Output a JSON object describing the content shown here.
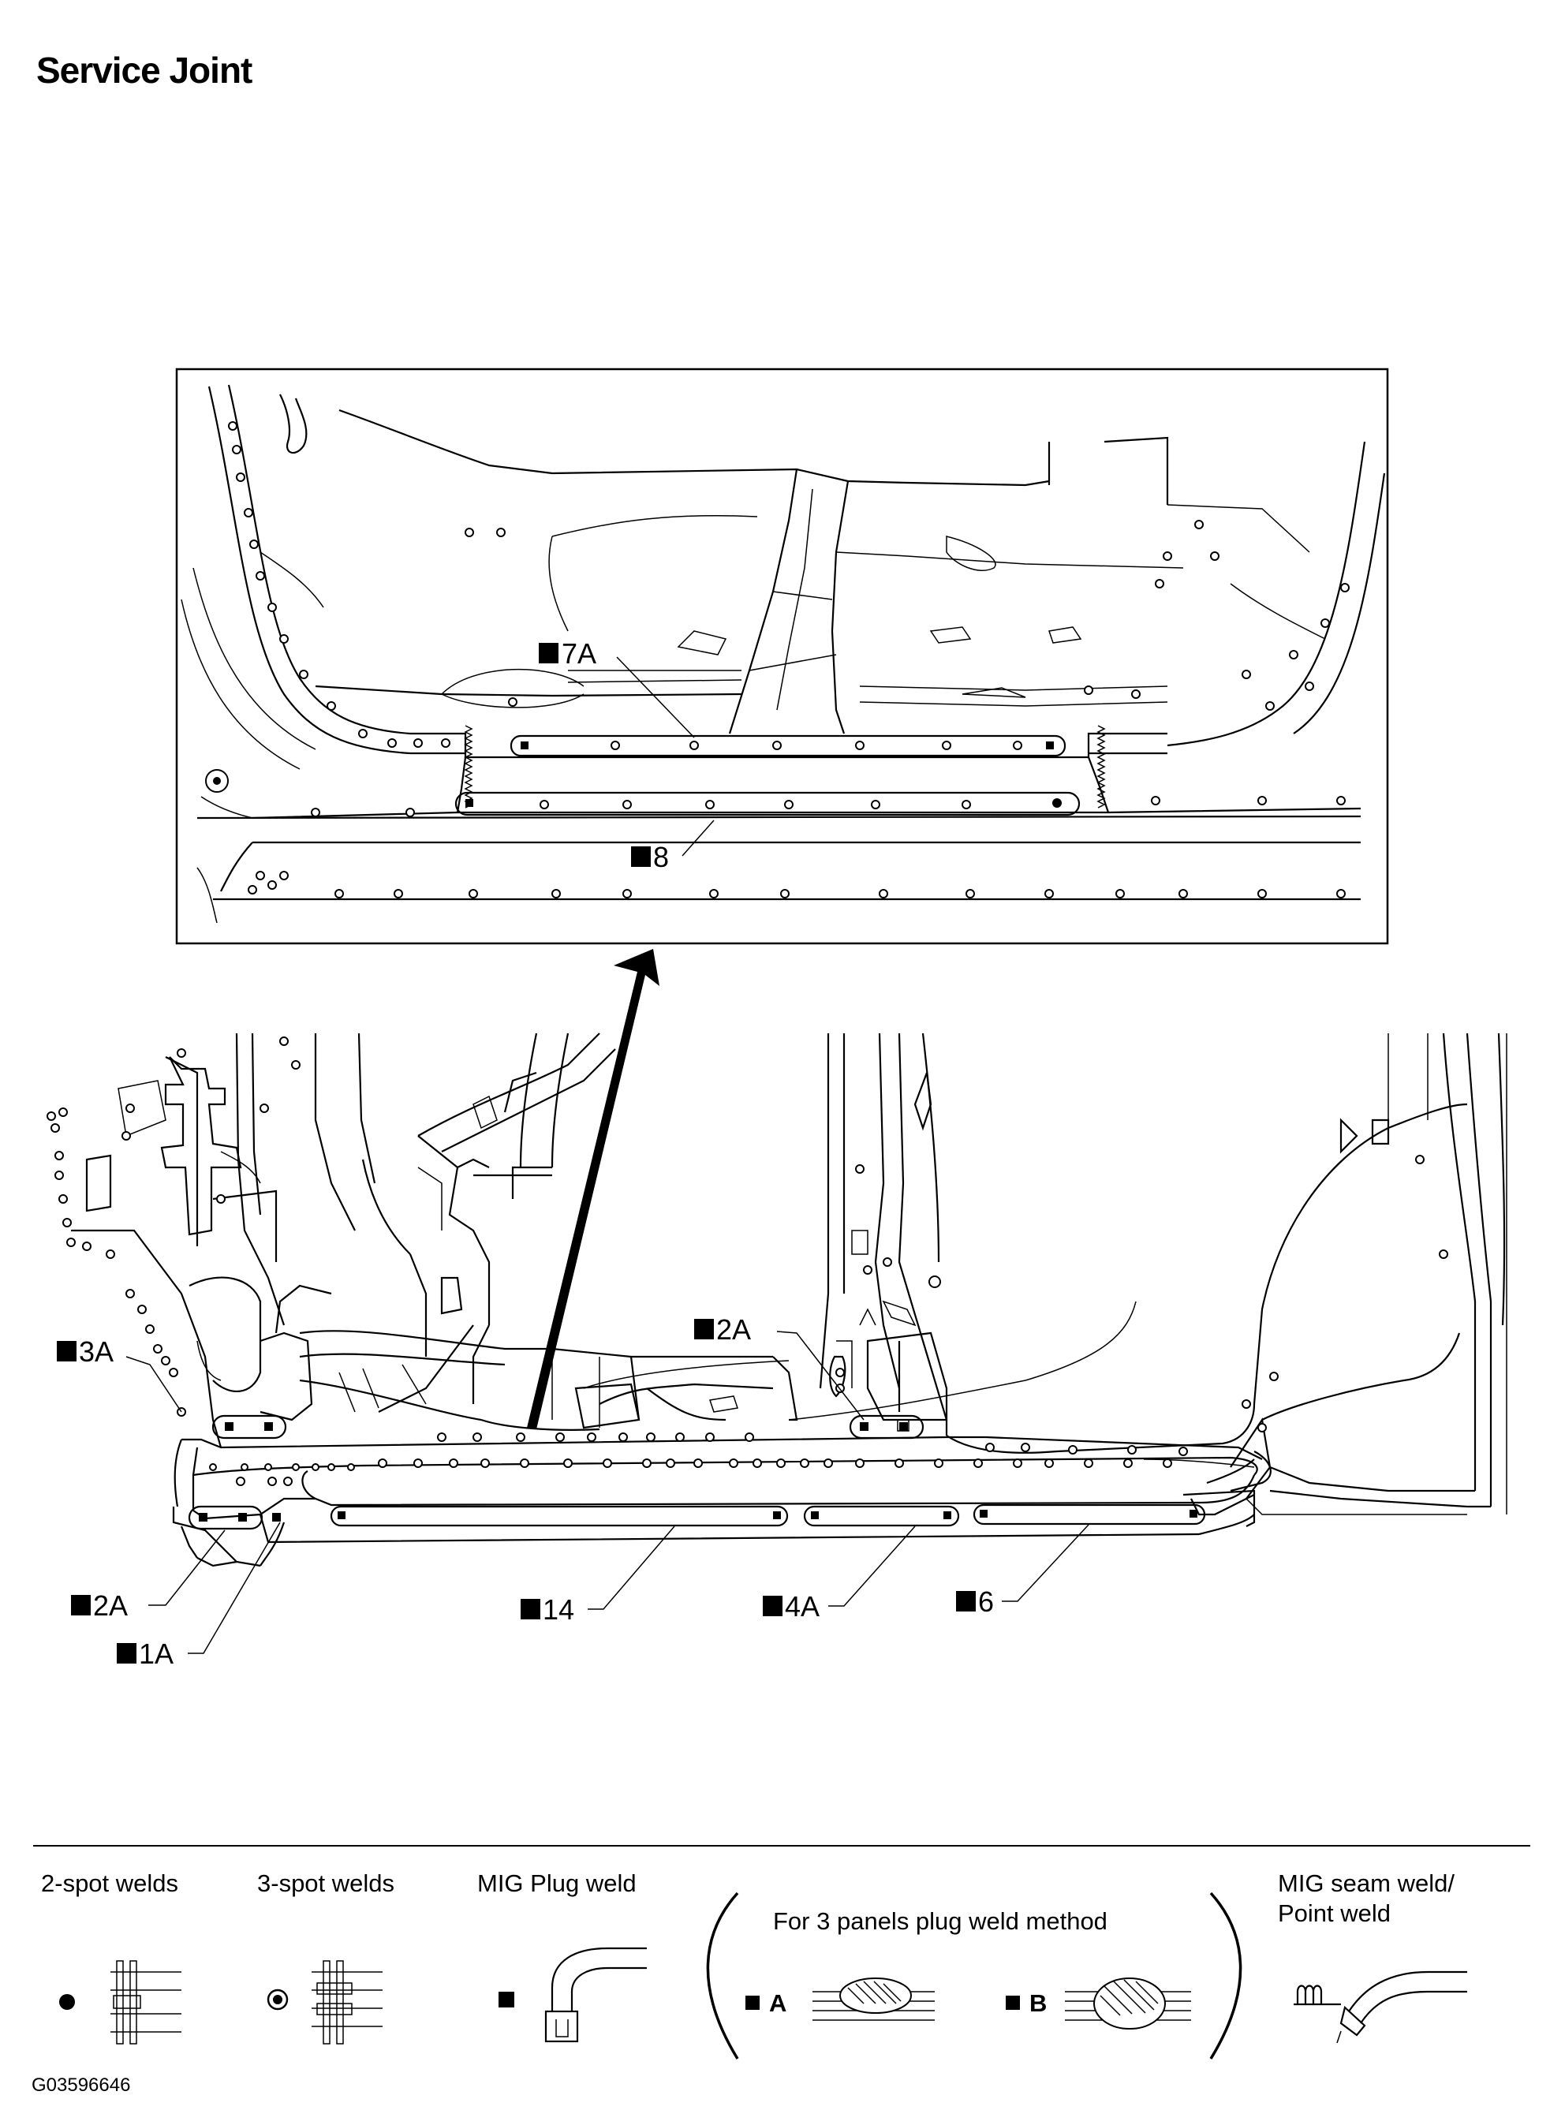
{
  "page": {
    "title": "Service Joint",
    "figure_code": "G03596646"
  },
  "detail_labels": {
    "l7A": "7A",
    "l8": "8"
  },
  "main_labels": {
    "l3A": "3A",
    "l2A_top": "2A",
    "l2A_bottom": "2A",
    "l1A": "1A",
    "l14": "14",
    "l4A": "4A",
    "l6": "6"
  },
  "legend": {
    "spot2": "2-spot welds",
    "spot3": "3-spot welds",
    "mig_plug": "MIG Plug weld",
    "three_panel": "For 3 panels plug weld method",
    "panel_a": "A",
    "panel_b": "B",
    "seam_line1": "MIG seam weld/",
    "seam_line2": "Point weld"
  },
  "colors": {
    "ink": "#000000",
    "paper": "#ffffff"
  }
}
